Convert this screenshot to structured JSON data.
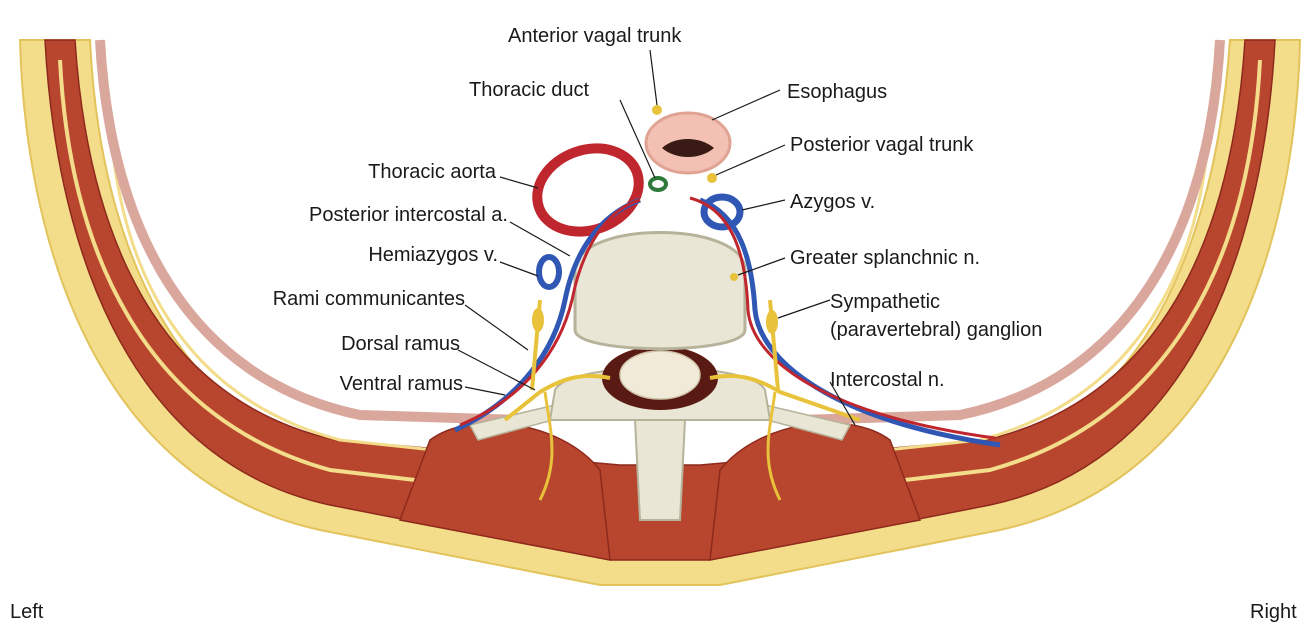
{
  "labels": {
    "anterior_vagal_trunk": "Anterior vagal trunk",
    "esophagus": "Esophagus",
    "thoracic_duct": "Thoracic duct",
    "posterior_vagal_trunk": "Posterior vagal trunk",
    "thoracic_aorta": "Thoracic aorta",
    "azygos_v": "Azygos v.",
    "posterior_intercostal_a": "Posterior intercostal a.",
    "hemiazygos_v": "Hemiazygos v.",
    "greater_splanchnic_n": "Greater splanchnic n.",
    "rami_communicantes": "Rami communicantes",
    "sympathetic_line1": "Sympathetic",
    "sympathetic_line2": "(paravertebral) ganglion",
    "dorsal_ramus": "Dorsal ramus",
    "ventral_ramus": "Ventral ramus",
    "intercostal_n": "Intercostal n.",
    "left": "Left",
    "right": "Right"
  },
  "colors": {
    "muscle": "#b8452e",
    "muscle_dark": "#8e2a1c",
    "fat": "#f3dc8a",
    "fat_edge": "#e2c35c",
    "bone": "#e9e6d6",
    "bone_edge": "#b7b39a",
    "cord": "#f1ead8",
    "artery": "#c0262d",
    "vein": "#2f57b3",
    "nerve": "#e8c23a",
    "pleura": "#d9a79b",
    "duct": "#2f7a3a"
  }
}
